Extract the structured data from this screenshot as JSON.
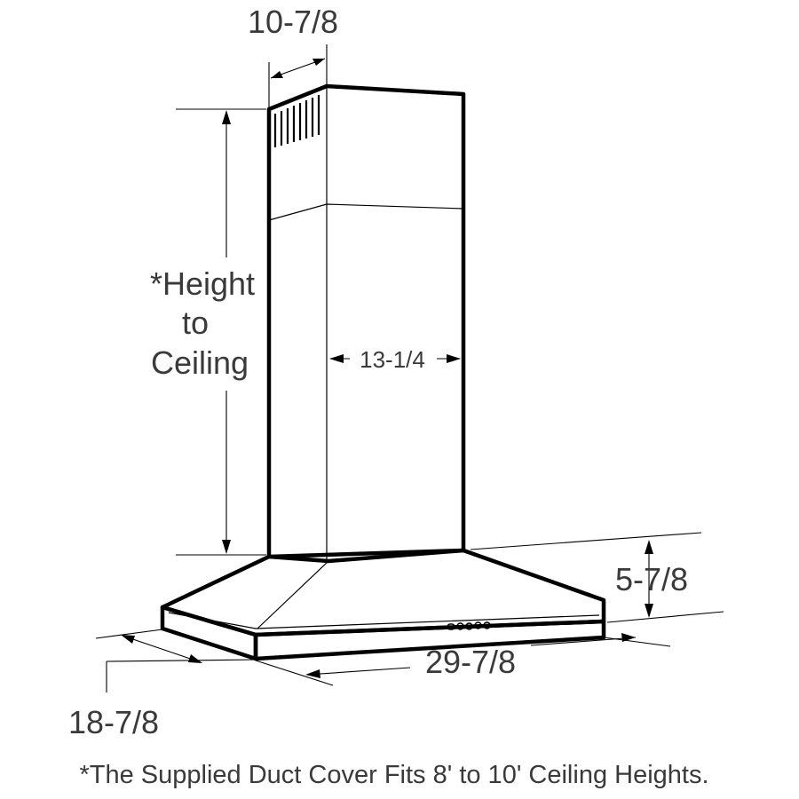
{
  "dimensions": {
    "duct_depth": "10-7/8",
    "height_to_ceiling_line1": "*Height",
    "height_to_ceiling_line2": "to",
    "height_to_ceiling_line3": "Ceiling",
    "duct_width": "13-1/4",
    "hood_height": "5-7/8",
    "hood_width": "29-7/8",
    "hood_depth": "18-7/8"
  },
  "footnote": "*The Supplied Duct Cover Fits 8' to 10' Ceiling Heights."
}
